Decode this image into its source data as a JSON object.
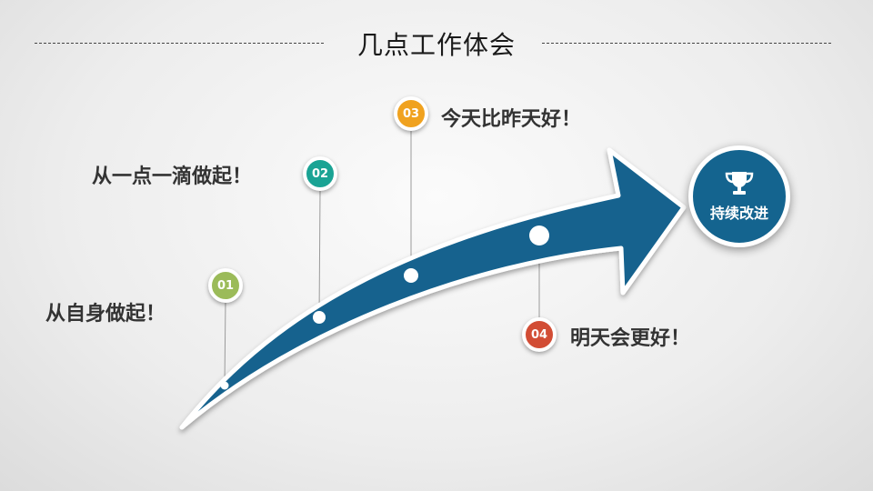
{
  "title": "几点工作体会",
  "steps": [
    {
      "num": "01",
      "text": "从自身做起！",
      "color": "#9bbb59"
    },
    {
      "num": "02",
      "text": "从一点一滴做起！",
      "color": "#1aa394"
    },
    {
      "num": "03",
      "text": "今天比昨天好！",
      "color": "#f0a21f"
    },
    {
      "num": "04",
      "text": "明天会更好！",
      "color": "#d24d35"
    }
  ],
  "goal": {
    "label": "持续改进",
    "icon": "trophy-icon",
    "color": "#14648f"
  },
  "arrow_color": "#12628e"
}
